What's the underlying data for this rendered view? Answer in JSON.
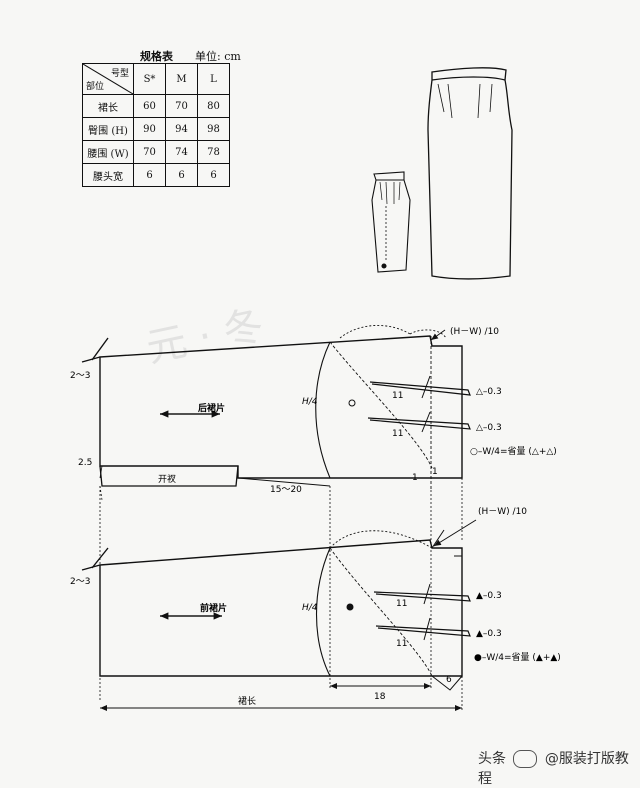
{
  "table": {
    "title": "规格表",
    "unit": "单位: cm",
    "corner_top": "号型",
    "corner_bottom": "部位",
    "sizes": [
      "S*",
      "M",
      "L"
    ],
    "rows": [
      {
        "label": "裙长",
        "values": [
          "60",
          "70",
          "80"
        ]
      },
      {
        "label": "臀围 (H)",
        "values": [
          "90",
          "94",
          "98"
        ]
      },
      {
        "label": "腰围 (W)",
        "values": [
          "70",
          "74",
          "78"
        ]
      },
      {
        "label": "腰头宽",
        "values": [
          "6",
          "6",
          "6"
        ]
      }
    ]
  },
  "back_piece": {
    "name": "后裙片",
    "hem_rise": "2～3",
    "slit_offset": "2.5",
    "slit_label": "开衩",
    "slit_range": "15～20",
    "hip_depth": "H/4",
    "waist_formula": "(H－W) /10",
    "dart_len_1": "11",
    "dart_len_2": "11",
    "dart_1": "△–0.3",
    "dart_2": "△–0.3",
    "side_mark": "1",
    "side_mark_2": "1",
    "note": "○–W/4=省量 (△+△)"
  },
  "front_piece": {
    "name": "前裙片",
    "hem_rise": "2～3",
    "hip_depth": "H/4",
    "waist_formula": "(H－W) /10",
    "dart_len_1": "11",
    "dart_len_2": "11",
    "dart_1": "▲–0.3",
    "dart_2": "▲–0.3",
    "note": "●–W/4=省量 (▲+▲)",
    "width_18": "18",
    "side_6": "6",
    "length_label": "裙长"
  },
  "footer": {
    "text_a": "头条",
    "text_b": "@服装打版教程"
  },
  "watermark": "元 · 冬"
}
